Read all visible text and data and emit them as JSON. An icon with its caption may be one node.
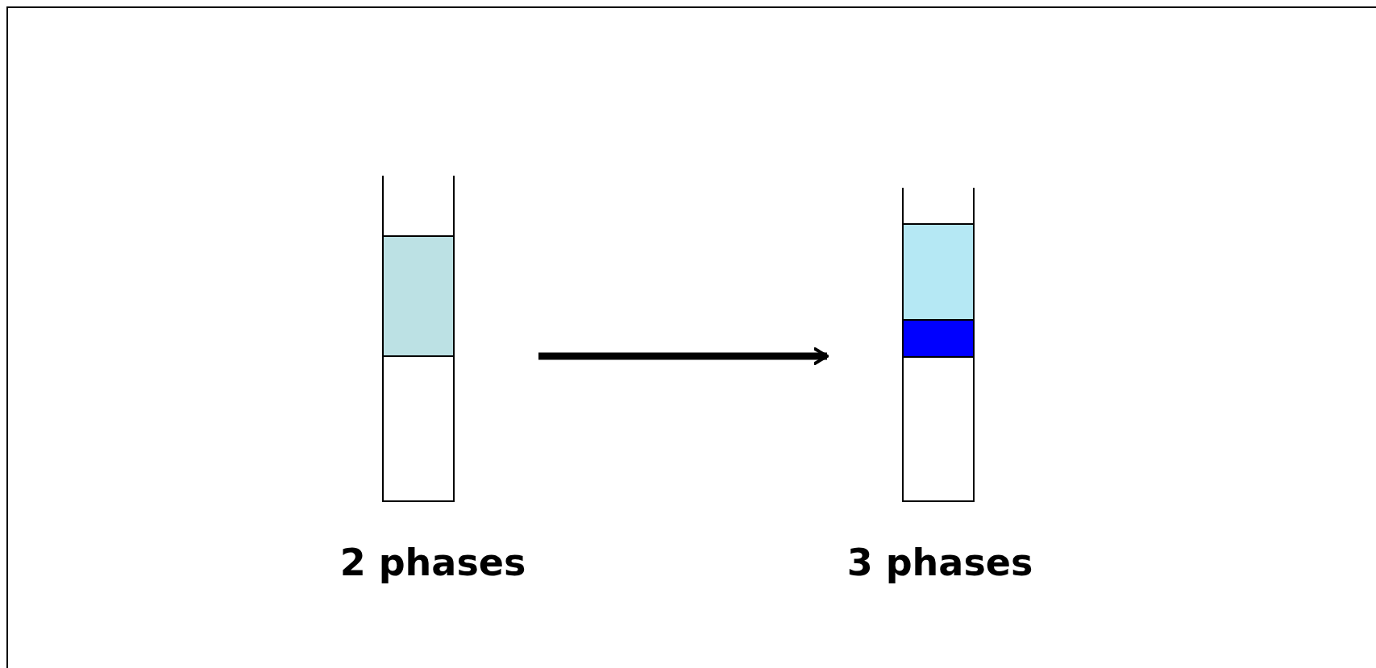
{
  "diagram": {
    "nodes": [
      {
        "text": [],
        "shape": "tube",
        "beside": [
          "2 phases"
        ]
      },
      {
        "text": [],
        "shape": "tube",
        "beside": [
          "3 phases"
        ]
      }
    ],
    "edges": [
      {
        "from": 0,
        "to": 1,
        "arrow": "to"
      }
    ]
  }
}
